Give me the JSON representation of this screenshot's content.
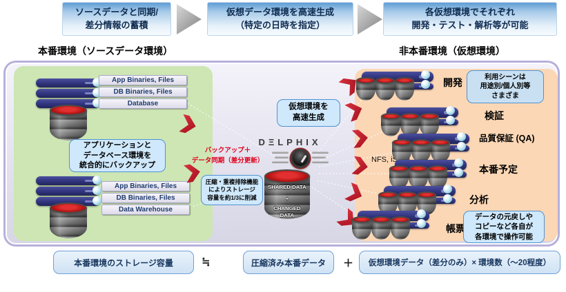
{
  "flow": {
    "steps": [
      {
        "label": "ソースデータと同期/\n差分情報の蓄積"
      },
      {
        "label": "仮想データ環境を高速生成\n（特定の日時を指定）"
      },
      {
        "label": "各仮想環境でそれぞれ\n開発・テスト・解析等が可能"
      }
    ]
  },
  "headers": {
    "left": "本番環境（ソースデータ環境）",
    "right": "非本番環境（仮想環境）"
  },
  "left_panel": {
    "server1_tags": [
      "App Binaries, Files",
      "DB Binaries, Files",
      "Database"
    ],
    "server2_tags": [
      "App Binaries, Files",
      "DB Binaries, Files",
      "Data Warehouse"
    ],
    "backup_callout": "アプリケーションと\nデータベース環境を\n統合的にバックアップ"
  },
  "center": {
    "sync_label": "バックアップ＋\nデータ同期（差分更新）",
    "compress_note": "圧縮・重複排除機能\nによりストレージ\n容量を約1/3に削減",
    "create_note": "仮想環境を\n高速生成",
    "logo": "DΞLPHIX",
    "cylinder": {
      "line1": "SHARED DATA",
      "line2": "+",
      "line3": "CHANGED\nDATA"
    },
    "protocol": "NFS, iSCSI"
  },
  "right_panel": {
    "environments": [
      {
        "label": "開発"
      },
      {
        "label": "検証"
      },
      {
        "label": "品質保証 (QA)"
      },
      {
        "label": "本番予定"
      },
      {
        "label": "分析"
      },
      {
        "label": "帳票"
      }
    ],
    "usage_callout": "利用シーンは\n用途別/個人別等\nさまざま",
    "operation_callout": "データの元戻しや\nコピーなど各自が\n各環境で操作可能"
  },
  "formula": {
    "source": "本番環境のストレージ容量",
    "approx": "≒",
    "compressed": "圧縮済み本番データ",
    "plus": "＋",
    "virtual": "仮想環境データ（差分のみ）× 環境数（～20程度）"
  },
  "colors": {
    "accent_red": "#c0182a",
    "panel_green": "#cde6b4",
    "panel_orange": "#fbd7b5",
    "callout_blue": "#cfe8fb"
  }
}
